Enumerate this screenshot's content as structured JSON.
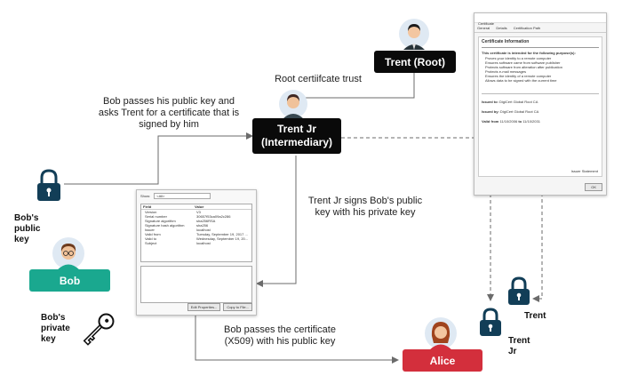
{
  "nodes": {
    "root": "Trent (Root)",
    "intermediary_line1": "Trent Jr",
    "intermediary_line2": "(Intermediary)",
    "bob": "Bob",
    "alice": "Alice"
  },
  "labels": {
    "root_trust": "Root certiifcate trust",
    "bob_passes_key": "Bob passes his public key and asks Trent for a certificate that is signed by him",
    "trent_jr_signs": "Trent Jr signs Bob's public key with his private key",
    "bob_passes_cert": "Bob passes the certificate (X509) with his public key",
    "bobs_public_key": "Bob's public key",
    "bobs_private_key": "Bob's private key",
    "trent": "Trent",
    "trent_jr": "Trent Jr"
  },
  "cert_window": {
    "title": "Certificate",
    "tabs": [
      "General",
      "Details",
      "Certification Path"
    ],
    "heading": "Certificate Information",
    "purpose_title": "This certificate is intended for the following purpose(s):",
    "purposes": [
      "Proves your identity to a remote computer",
      "Ensures software came from software publisher",
      "Protects software from alteration after publication",
      "Protects e-mail messages",
      "Ensures the identity of a remote computer",
      "Allows data to be signed with the current time"
    ],
    "issued_to_label": "Issued to:",
    "issued_to": "DigiCert Global Root CA",
    "issued_by_label": "Issued by:",
    "issued_by": "DigiCert Global Root CA",
    "valid_from_label": "Valid from",
    "valid_from": "11/10/2006",
    "valid_to_label": "to",
    "valid_to": "11/10/2031",
    "issuer_statement": "Issuer Statement",
    "ok": "OK"
  },
  "details_window": {
    "show_label": "Show:",
    "show_value": "<All>",
    "col_field": "Field",
    "col_value": "Value",
    "rows": [
      [
        "Version",
        "V3"
      ],
      [
        "Serial number",
        "30657f53ca09a2c286"
      ],
      [
        "Signature algorithm",
        "sha256RSA"
      ],
      [
        "Signature hash algorithm",
        "sha256"
      ],
      [
        "Issuer",
        "localhost"
      ],
      [
        "Valid from",
        "Tuesday, September 19, 2017 ..."
      ],
      [
        "Valid to",
        "Wednesday, September 19, 20..."
      ],
      [
        "Subject",
        "localhost"
      ]
    ],
    "edit_properties": "Edit Properties...",
    "copy_to_file": "Copy to File..."
  },
  "colors": {
    "dark_node": "#0a0a0a",
    "bob_node": "#1aa88f",
    "alice_node": "#d32f3c",
    "lock": "#123e57",
    "arrow": "#6b6b6b"
  }
}
